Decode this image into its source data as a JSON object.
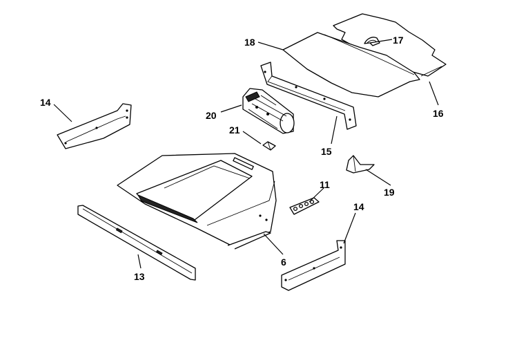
{
  "callouts": {
    "c6": "6",
    "c11": "11",
    "c13": "13",
    "c14_left": "14",
    "c14_right": "14",
    "c15": "15",
    "c16": "16",
    "c17": "17",
    "c18": "18",
    "c19": "19",
    "c20": "20",
    "c21": "21"
  }
}
